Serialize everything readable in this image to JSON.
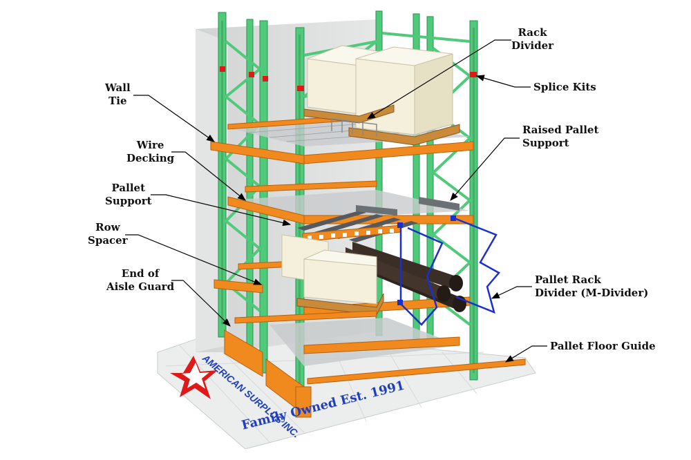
{
  "labels": {
    "rack_divider": [
      "Rack",
      "Divider"
    ],
    "wall_tie": [
      "Wall",
      "Tie"
    ],
    "splice_kits": [
      "Splice Kits"
    ],
    "wire_decking": [
      "Wire",
      "Decking"
    ],
    "raised_pallet_support": [
      "Raised Pallet",
      "Support"
    ],
    "pallet_support": [
      "Pallet",
      "Support"
    ],
    "row_spacer": [
      "Row",
      "Spacer"
    ],
    "end_of_aisle_guard": [
      "End of",
      "Aisle Guard"
    ],
    "pallet_rack_divider": [
      "Pallet Rack",
      "Divider (M-Divider)"
    ],
    "pallet_floor_guide": [
      "Pallet Floor Guide"
    ]
  },
  "logo": {
    "text": "AMERICAN SURPLUS INC."
  },
  "tagline": "Family Owned Est. 1991",
  "colors": {
    "upright": "#4fc97a",
    "beam": "#f08a1e",
    "deck": "#b8bcc0",
    "wall": "#dcdcdc",
    "floor": "#eceeee",
    "pallet": "#c98a3a",
    "box": "#f4f0dc",
    "pipe": "#3a2e26",
    "divider": "#1a2fcf",
    "leader": "#000000",
    "logo_blue": "#1f3fbf",
    "logo_red": "#e01818"
  }
}
